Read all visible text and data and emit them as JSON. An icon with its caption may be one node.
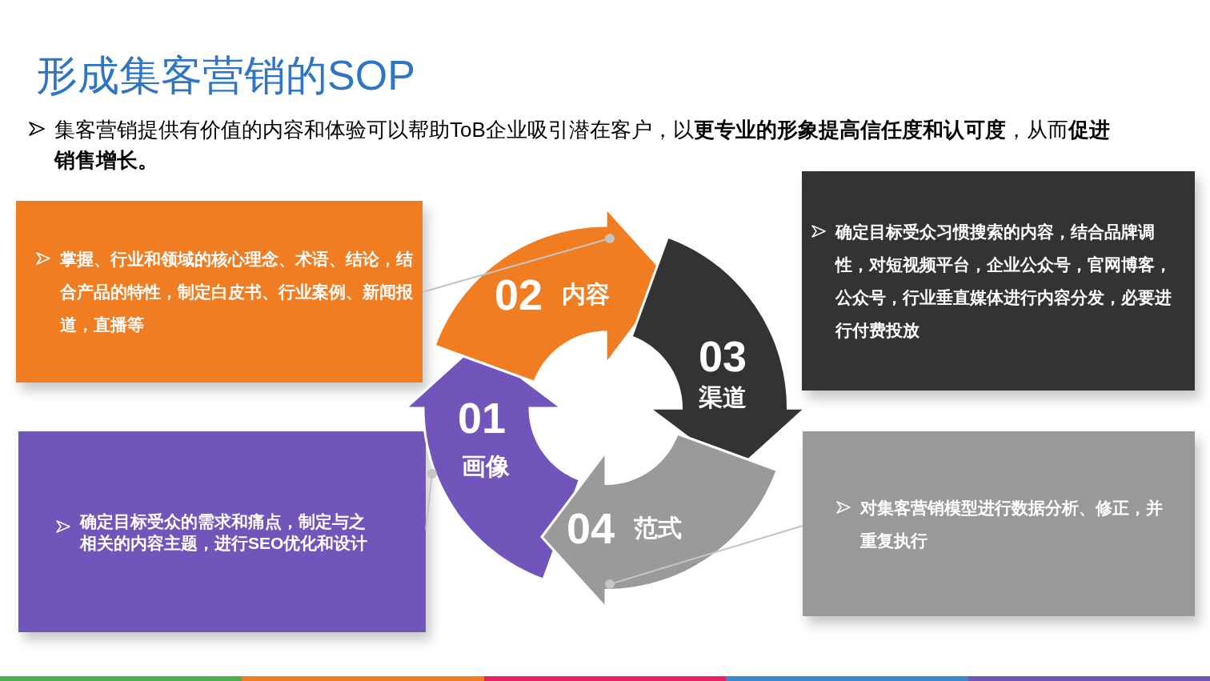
{
  "diagram": {
    "title": "形成集客营销的SOP",
    "nodes": [
      {
        "text": [
          "掌握、行业和领域的核心理念、术语、结论，结合产品的特性，制定白皮书、行业案例、新闻报道，直播等"
        ]
      },
      {
        "text": [
          "确定目标受众习惯搜索的内容，结合品牌调性，对短视频平台，企业公众号，官网博客，公众号，行业垂直媒体进行内容分发，必要进行付费投放"
        ]
      },
      {
        "text": [
          "确定目标受众的需求和痛点，制定与之相关的内容主题，进行SEO优化和设计"
        ]
      },
      {
        "text": [
          "对集客营销模型进行数据分析、修正，并重复执行"
        ]
      },
      {
        "text": [
          "01",
          "画像"
        ]
      },
      {
        "text": [
          "02",
          "内容"
        ]
      },
      {
        "text": [
          "03",
          "渠道"
        ]
      },
      {
        "text": [
          "04",
          "范式"
        ]
      }
    ],
    "edges": [
      {
        "from": 0,
        "to": 5,
        "arrow": "other"
      },
      {
        "from": 2,
        "to": 4,
        "arrow": "other"
      },
      {
        "from": 3,
        "to": 7,
        "arrow": "other"
      }
    ],
    "labels": [
      "集客营销提供有价值的内容和体验可以帮助ToB企业吸引潜在客户，以**更专业的形象提高信任度和认可度**，从而**促进销售增长。**"
    ]
  }
}
